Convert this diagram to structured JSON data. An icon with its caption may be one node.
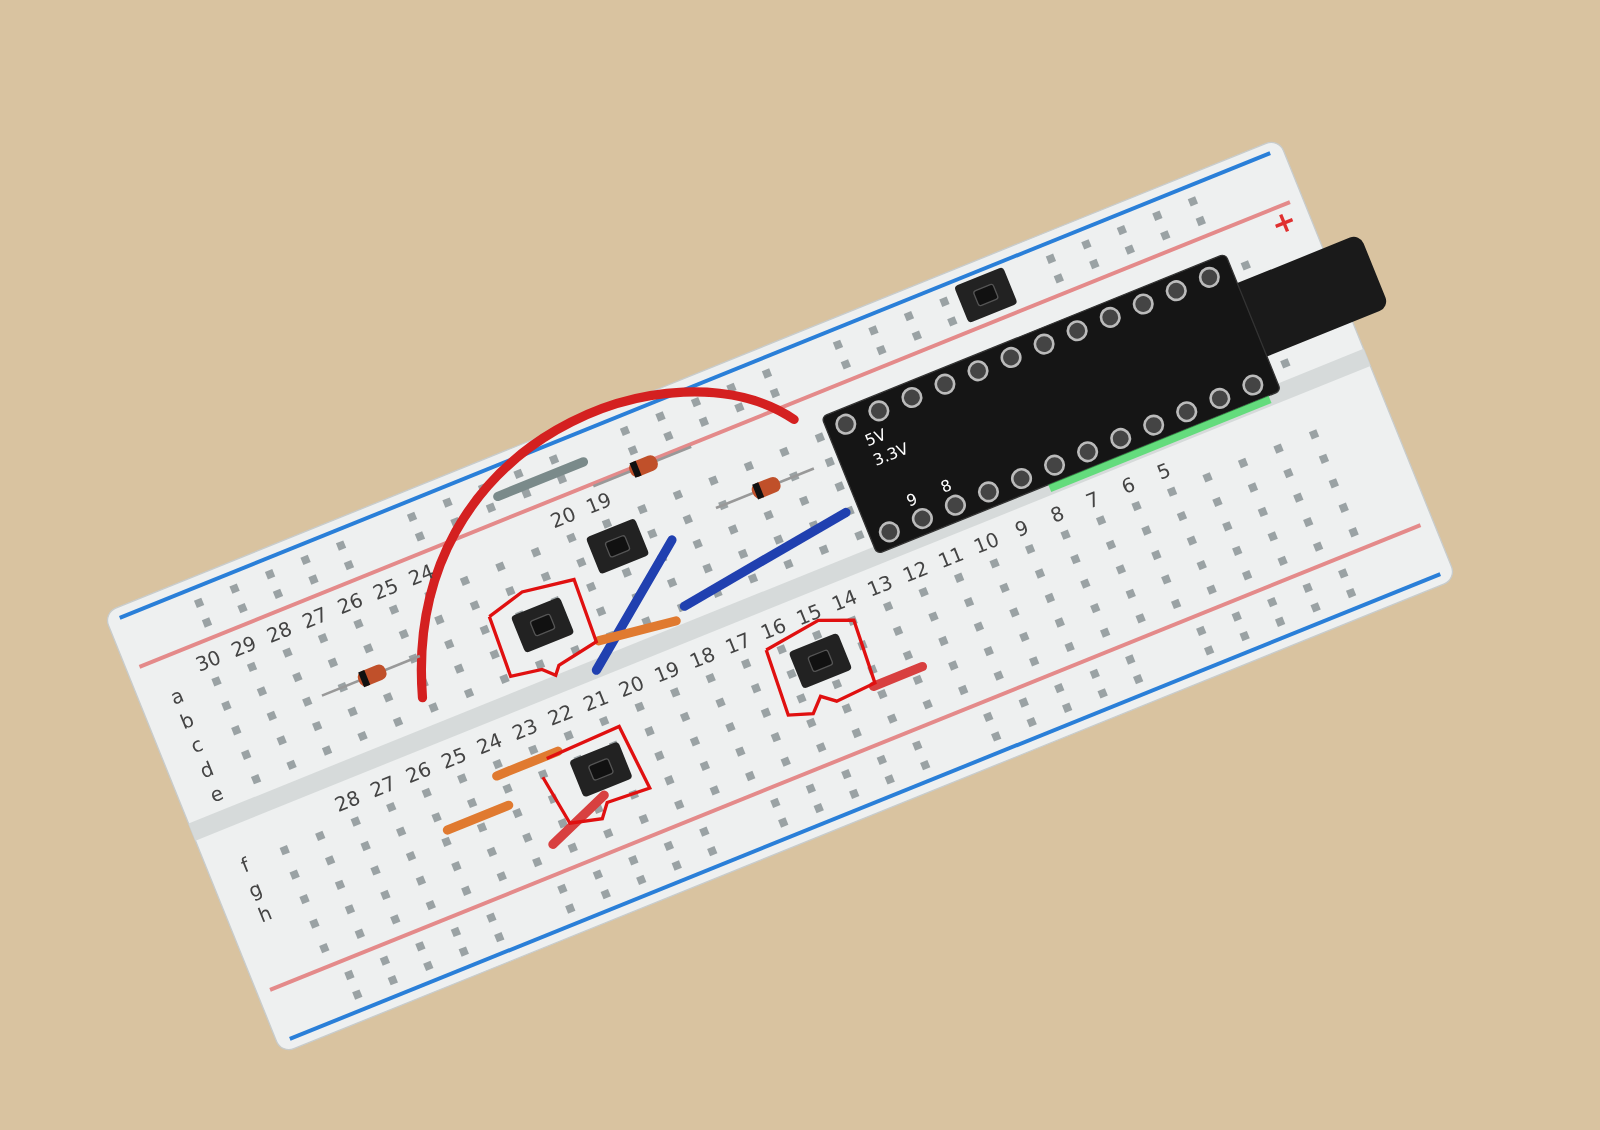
{
  "diagram": {
    "labels": [
      "+",
      "5V",
      "3.3V",
      "9",
      "8",
      "19",
      "20",
      "24",
      "25",
      "26",
      "27",
      "28",
      "29",
      "30",
      "a",
      "b",
      "c",
      "d",
      "e",
      "5",
      "6",
      "7",
      "8",
      "9",
      "10",
      "11",
      "12",
      "13",
      "14",
      "15",
      "16",
      "17",
      "18",
      "19",
      "20",
      "21",
      "22",
      "23",
      "24",
      "25",
      "26",
      "27",
      "28",
      "f",
      "g",
      "h"
    ]
  }
}
